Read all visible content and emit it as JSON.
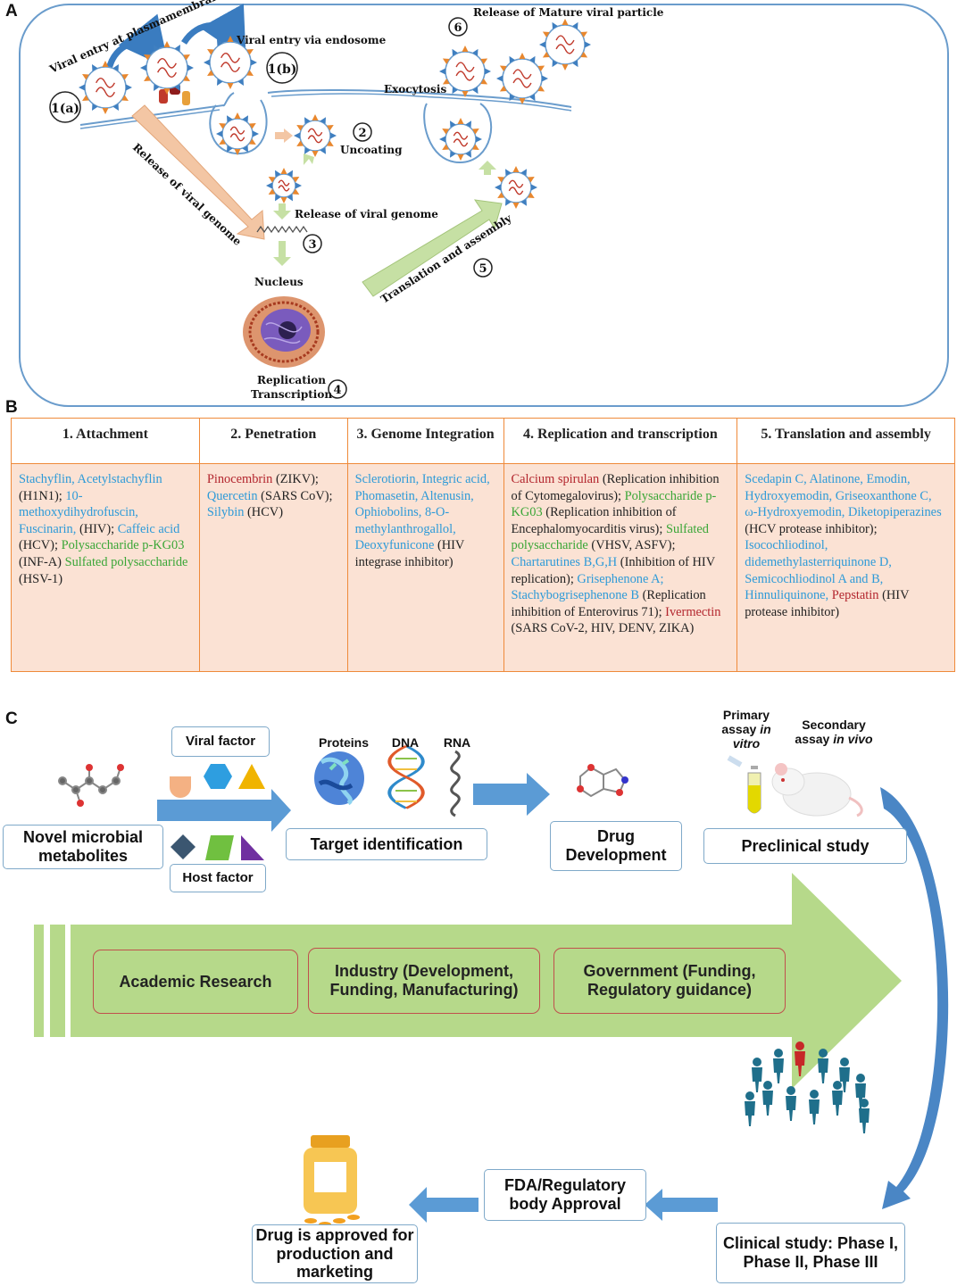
{
  "panel_labels": {
    "a": "A",
    "b": "B",
    "c": "C"
  },
  "panel_a": {
    "entry_plasma": "Viral entry at plasmamembrane",
    "entry_endosome": "Viral entry via endosome",
    "release_mature": "Release of Mature viral particle",
    "step_1a": "1(a)",
    "step_1b": "1(b)",
    "step_2": "2",
    "step_3": "3",
    "step_4": "4",
    "step_5": "5",
    "step_6": "6",
    "exocytosis": "Exocytosis",
    "uncoating": "Uncoating",
    "release_genome_diag": "Release of viral genome",
    "release_genome": "Release of viral genome",
    "nucleus": "Nucleus",
    "replication": "Replication",
    "transcription": "Transcription",
    "translation": "Translation and assembly",
    "colors": {
      "arrow": "#f3c6a4",
      "green_arrow": "#c6e0a4",
      "virus_spike": "#3f7fc0",
      "cell_border": "#6a9ccc"
    }
  },
  "panel_b": {
    "headers": [
      "1.  Attachment",
      "2. Penetration",
      "3. Genome Integration",
      "4. Replication and transcription",
      "5. Translation and assembly"
    ],
    "cells": [
      [
        {
          "t": "Stachyflin, Acetylstachyflin",
          "c": "blue"
        },
        {
          "t": " (H1N1); ",
          "c": "black"
        },
        {
          "t": "10-methoxydihydrofuscin, Fuscinarin,",
          "c": "blue"
        },
        {
          "t": " (HIV); ",
          "c": "black"
        },
        {
          "t": "Caffeic acid",
          "c": "blue"
        },
        {
          "t": " (HCV); ",
          "c": "black"
        },
        {
          "t": "Polysaccharide p-KG03",
          "c": "green"
        },
        {
          "t": " (INF-A) ",
          "c": "black"
        },
        {
          "t": "Sulfated polysaccharide",
          "c": "green"
        },
        {
          "t": " (HSV-1)",
          "c": "black"
        }
      ],
      [
        {
          "t": "Pinocembrin",
          "c": "red"
        },
        {
          "t": " (ZIKV); ",
          "c": "black"
        },
        {
          "t": "Quercetin",
          "c": "blue"
        },
        {
          "t": " (SARS CoV); ",
          "c": "black"
        },
        {
          "t": "Silybin",
          "c": "blue"
        },
        {
          "t": " (HCV)",
          "c": "black"
        }
      ],
      [
        {
          "t": "Sclerotiorin, Integric acid, Phomasetin, Altenusin, Ophiobolins, 8-O-methylanthrogallol, Deoxyfunicone",
          "c": "blue"
        },
        {
          "t": " (HIV integrase inhibitor)",
          "c": "black"
        }
      ],
      [
        {
          "t": "Calcium spirulan",
          "c": "red"
        },
        {
          "t": " (Replication inhibition of  Cytomegalovirus); ",
          "c": "black"
        },
        {
          "t": "Polysaccharide p-KG03",
          "c": "green"
        },
        {
          "t": " (Replication inhibition of Encephalomyocarditis virus); ",
          "c": "black"
        },
        {
          "t": "Sulfated polysaccharide",
          "c": "green"
        },
        {
          "t": " (VHSV, ASFV); ",
          "c": "black"
        },
        {
          "t": "Chartarutines B,G,H",
          "c": "blue"
        },
        {
          "t": " (Inhibition of HIV replication); ",
          "c": "black"
        },
        {
          "t": "Grisephenone A; Stachybogrisephenone B",
          "c": "blue"
        },
        {
          "t": " (Replication inhibition of Enterovirus 71); ",
          "c": "black"
        },
        {
          "t": "Ivermectin",
          "c": "red"
        },
        {
          "t": " (SARS CoV-2, HIV, DENV, ZIKA)",
          "c": "black"
        }
      ],
      [
        {
          "t": "Scedapin C, Alatinone, Emodin, Hydroxyemodin, Griseoxanthone C, ω-Hydroxyemodin, Diketopiperazines",
          "c": "blue"
        },
        {
          "t": "  (HCV protease inhibitor); ",
          "c": "black"
        },
        {
          "t": "Isocochliodinol, didemethylasterriquinone D, Semicochliodinol A and B, Hinnuliquinone,",
          "c": "blue"
        },
        {
          "t": " ",
          "c": "black"
        },
        {
          "t": "Pepstatin",
          "c": "red"
        },
        {
          "t": " (HIV protease inhibitor)",
          "c": "black"
        }
      ]
    ],
    "colors": {
      "blue": "#2d9ad8",
      "green": "#3aa637",
      "red": "#b3262e",
      "border": "#ef8a3a",
      "fill": "#fbe2d4"
    }
  },
  "panel_c": {
    "viral_factor": "Viral factor",
    "host_factor": "Host factor",
    "novel": "Novel microbial metabolites",
    "proteins": "Proteins",
    "dna": "DNA",
    "rna": "RNA",
    "target": "Target identification",
    "drug_dev": "Drug Development",
    "primary_a": "Primary assay ",
    "primary_b": "in vitro",
    "secondary_a": "Secondary assay ",
    "secondary_b": "in vivo",
    "preclinical": "Preclinical study",
    "academic": "Academic Research",
    "industry": "Industry (Development, Funding, Manufacturing)",
    "government": "Government (Funding, Regulatory guidance)",
    "clinical": "Clinical study: Phase I, Phase II, Phase III",
    "fda": "FDA/Regulatory body Approval",
    "approved": "Drug is approved for production and marketing",
    "colors": {
      "big_arrow": "#b6d98a",
      "blue_arrow": "#5b9bd5",
      "box_border": "#7fa9c9",
      "red_border": "#c0504d"
    }
  }
}
